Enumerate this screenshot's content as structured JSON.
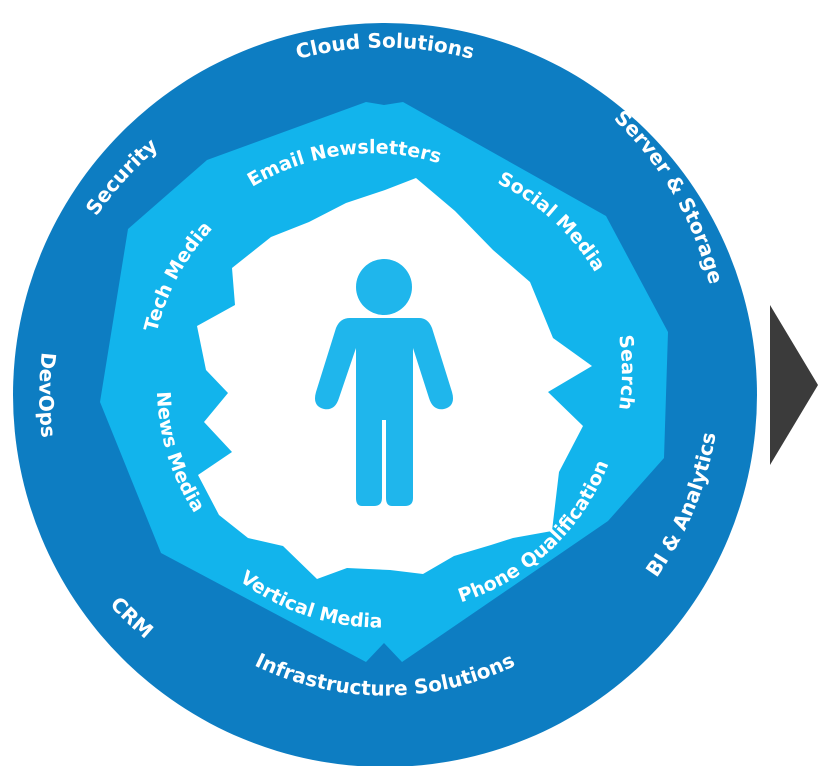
{
  "colors": {
    "outer_ring": "#0d7dc2",
    "inner_ring": "#12b4ec",
    "center": "#ffffff",
    "person": "#1fb6ec",
    "arrow": "#3b3b3b"
  },
  "outer_labels": [
    {
      "text": "Cloud Solutions"
    },
    {
      "text": "Server & Storage"
    },
    {
      "text": "BI & Analytics"
    },
    {
      "text": "Infrastructure Solutions"
    },
    {
      "text": "CRM"
    },
    {
      "text": "DevOps"
    },
    {
      "text": "Security"
    }
  ],
  "inner_labels": [
    {
      "text": "Email Newsletters"
    },
    {
      "text": "Social Media"
    },
    {
      "text": "Search"
    },
    {
      "text": "Phone Qualification"
    },
    {
      "text": "Vertical Media"
    },
    {
      "text": "News Media"
    },
    {
      "text": "Tech Media"
    }
  ],
  "center_icon": "person-icon",
  "arrow_icon": "arrow-right-icon"
}
